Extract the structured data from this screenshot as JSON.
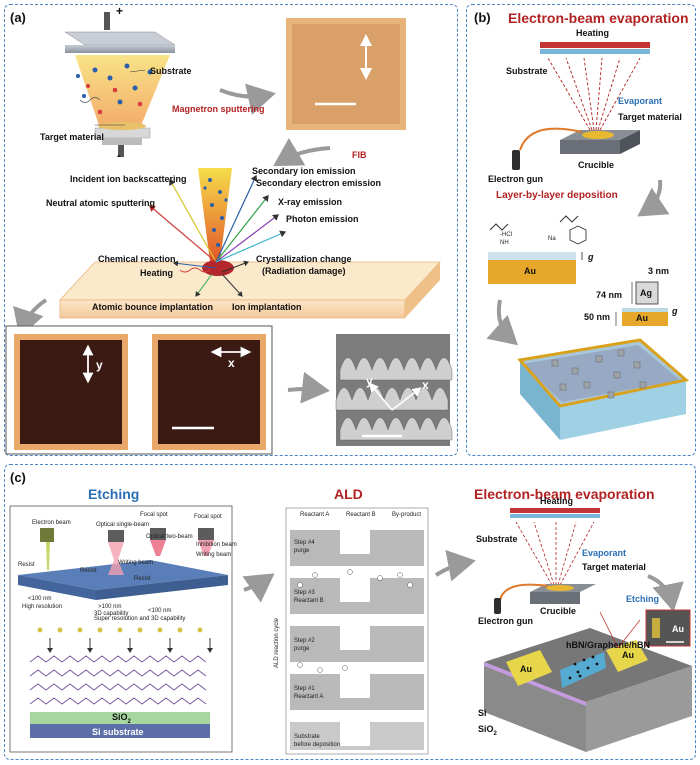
{
  "panel_a": {
    "label": "(a)",
    "substrate": "Substrate",
    "target_material": "Target material",
    "magnetron_sputtering": "Magnetron sputtering",
    "plus": "+",
    "minus": "-",
    "fib": "FIB",
    "incident_ion_backscattering": "Incident ion backscattering",
    "neutral_atomic_sputtering": "Neutral atomic sputtering",
    "secondary_ion_emission": "Secondary ion emission",
    "secondary_electron_emission": "Secondary electron emission",
    "xray_emission": "X-ray emission",
    "photon_emission": "Photon emission",
    "chemical_reaction": "Chemical reaction",
    "heating": "Heating",
    "crystallization_change": "Crystallization change",
    "radiation_damage": "(Radiation damage)",
    "atomic_bounce_implantation": "Atomic bounce implantation",
    "ion_implantation": "Ion implantation",
    "axis_y": "y",
    "axis_x": "x",
    "sem_x": "x",
    "sem_y": "y"
  },
  "panel_b": {
    "label": "(b)",
    "title": "Electron-beam evaporation",
    "heating": "Heating",
    "substrate": "Substrate",
    "evaporant": "Evaporant",
    "target_material": "Target material",
    "crucible": "Crucible",
    "electron_gun": "Electron gun",
    "layer_title": "Layer-by-layer deposition",
    "hcl": "-HCl",
    "nh2": "NH",
    "na": "Na",
    "g": "g",
    "au": "Au",
    "ag": "Ag",
    "dim_3nm": "3 nm",
    "dim_74nm": "74 nm",
    "dim_50nm": "50 nm",
    "au2": "Au",
    "g2": "g"
  },
  "panel_c": {
    "label": "(c)",
    "etching_title": "Etching",
    "ald_title": "ALD",
    "ebeam_title": "Electron-beam evaporation",
    "etch_labels": {
      "electron_beam": "Electron beam",
      "optical_single": "Optical single-beam",
      "optical_two": "Optical two-beam",
      "focal_spot1": "Focal spot",
      "focal_spot2": "Focal spot",
      "inhibition_beam": "Inhibition beam",
      "writing_beam1": "Writing beam",
      "writing_beam2": "Writing beam",
      "resist1": "Resist",
      "resist2": "Resist",
      "resist3": "Resist",
      "res1": "<100 nm",
      "res1b": "High resolution",
      "res2": ">100 nm",
      "res2b": "3D capability",
      "res3": "<100 nm",
      "res3b": "Super resolution and 3D capability",
      "sio2": "SiO",
      "sio2_sub": "2",
      "si_substrate": "Si substrate"
    },
    "ald": {
      "reactant_a": "Reactant A",
      "reactant_b": "Reactant B",
      "byproduct": "By-product",
      "cycle": "ALD reaction cycle",
      "step4a": "Step #4",
      "step4b": "purge",
      "step3a": "Step #3",
      "step3b": "Reactant B",
      "step2a": "Step #2",
      "step2b": "purge",
      "step1a": "Step #1",
      "step1b": "Reactant A",
      "subA": "Substrate",
      "subB": "before deposition"
    },
    "ebeam": {
      "heating": "Heating",
      "substrate": "Substrate",
      "evaporant": "Evaporant",
      "target_material": "Target material",
      "crucible": "Crucible",
      "electron_gun": "Electron gun",
      "etching": "Etching",
      "au_inset": "Au",
      "hbn": "hBN/Graphene/hBN",
      "au_left": "Au",
      "au_right": "Au",
      "si": "Si",
      "sio2": "SiO",
      "sio2_sub": "2"
    }
  },
  "colors": {
    "panel_border": "#4a86c5",
    "title_red": "#b22222",
    "title_blue": "#2a6fb5",
    "gold": "#e8b830",
    "grey_arrow": "#9a9a9a"
  }
}
